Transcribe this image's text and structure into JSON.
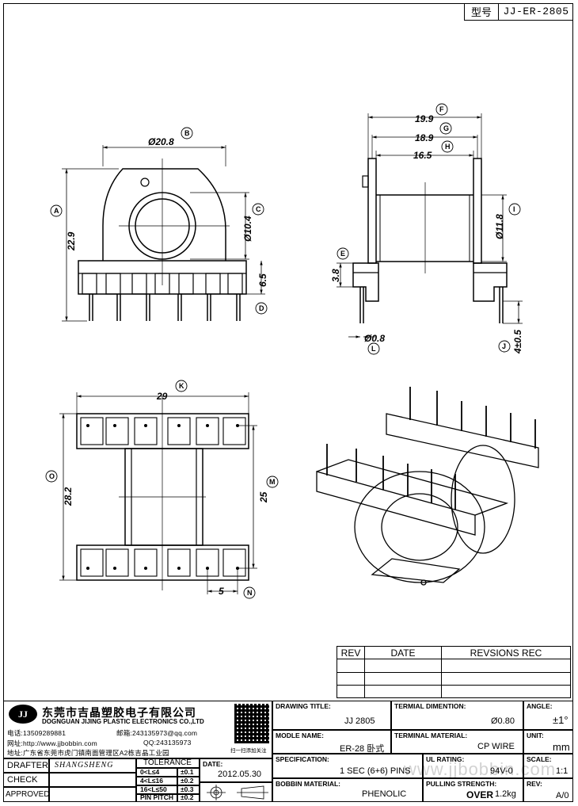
{
  "model": {
    "label": "型号",
    "value": "JJ-ER-2805"
  },
  "dims": {
    "b": "Ø20.8",
    "a": "22.9",
    "c": "Ø10.4",
    "d": "6.5",
    "f": "19.9",
    "g": "18.9",
    "h": "16.5",
    "i": "Ø11.8",
    "e": "3.8",
    "l": "Ø0.8",
    "j": "4±0.5",
    "k": "29",
    "o": "28.2",
    "m": "25",
    "n": "5"
  },
  "callouts": [
    "A",
    "B",
    "C",
    "D",
    "E",
    "F",
    "G",
    "H",
    "I",
    "J",
    "K",
    "L",
    "M",
    "N",
    "O"
  ],
  "revision": {
    "headers": [
      "REV",
      "DATE",
      "REVSIONS REC"
    ]
  },
  "company": {
    "logo": "JJ",
    "name_cn": "东莞市吉晶塑胶电子有限公司",
    "name_en": "DOGNGUAN JIJING PLASTIC ELECTRONICS CO.,LTD",
    "phone": "电话:13509289881",
    "email": "邮箱:243135973@qq.com",
    "web": "网址:http://www.jjbobbin.com",
    "qq": "QQ:243135973",
    "address": "地址:广东省东莞市虎门镇南面管理区A2栋吉晶工业园",
    "qr_caption": "扫一扫添加关注"
  },
  "title_block": {
    "drawing_title_label": "DRAWING TITLE:",
    "drawing_title": "JJ  2805",
    "terminal_dim_label": "TERMIAL DIMENTION:",
    "terminal_dim": "Ø0.80",
    "angle_label": "ANGLE:",
    "angle": "±1°",
    "module_name_label": "MODLE NAME:",
    "module_name": "ER-28 卧式",
    "terminal_material_label": "TERMINAL MATERIAL:",
    "terminal_material": "CP WIRE",
    "unit_label": "UNIT:",
    "unit": "mm",
    "spec_label": "SPECIFICATION:",
    "spec": "1 SEC (6+6) PINS",
    "ul_label": "UL RATING:",
    "ul": "94V-0",
    "scale_label": "SCALE:",
    "scale": "1:1",
    "bobbin_material_label": "BOBBIN  MATERIAL:",
    "bobbin_material": "PHENOLIC",
    "pulling_label": "PULLING STRENGTH:",
    "pulling_over": "OVER",
    "pulling": "1.2kg",
    "rev_label": "REV:",
    "rev": "A/0",
    "drafter_label": "DRAFTER",
    "drafter_sig": "SHANGSHENG",
    "check_label": "CHECK",
    "approved_label": "APPROVED",
    "tolerance_label": "TOLERANCE",
    "tolerance": [
      [
        "0<L≤4",
        "±0.1"
      ],
      [
        "4<L≤16",
        "±0.2"
      ],
      [
        "16<L≤50",
        "±0.3"
      ],
      [
        "PIN PITCH",
        "±0.2"
      ]
    ],
    "date_label": "DATE:",
    "date": "2012.05.30"
  },
  "watermark": "www.jjbobbin.com"
}
